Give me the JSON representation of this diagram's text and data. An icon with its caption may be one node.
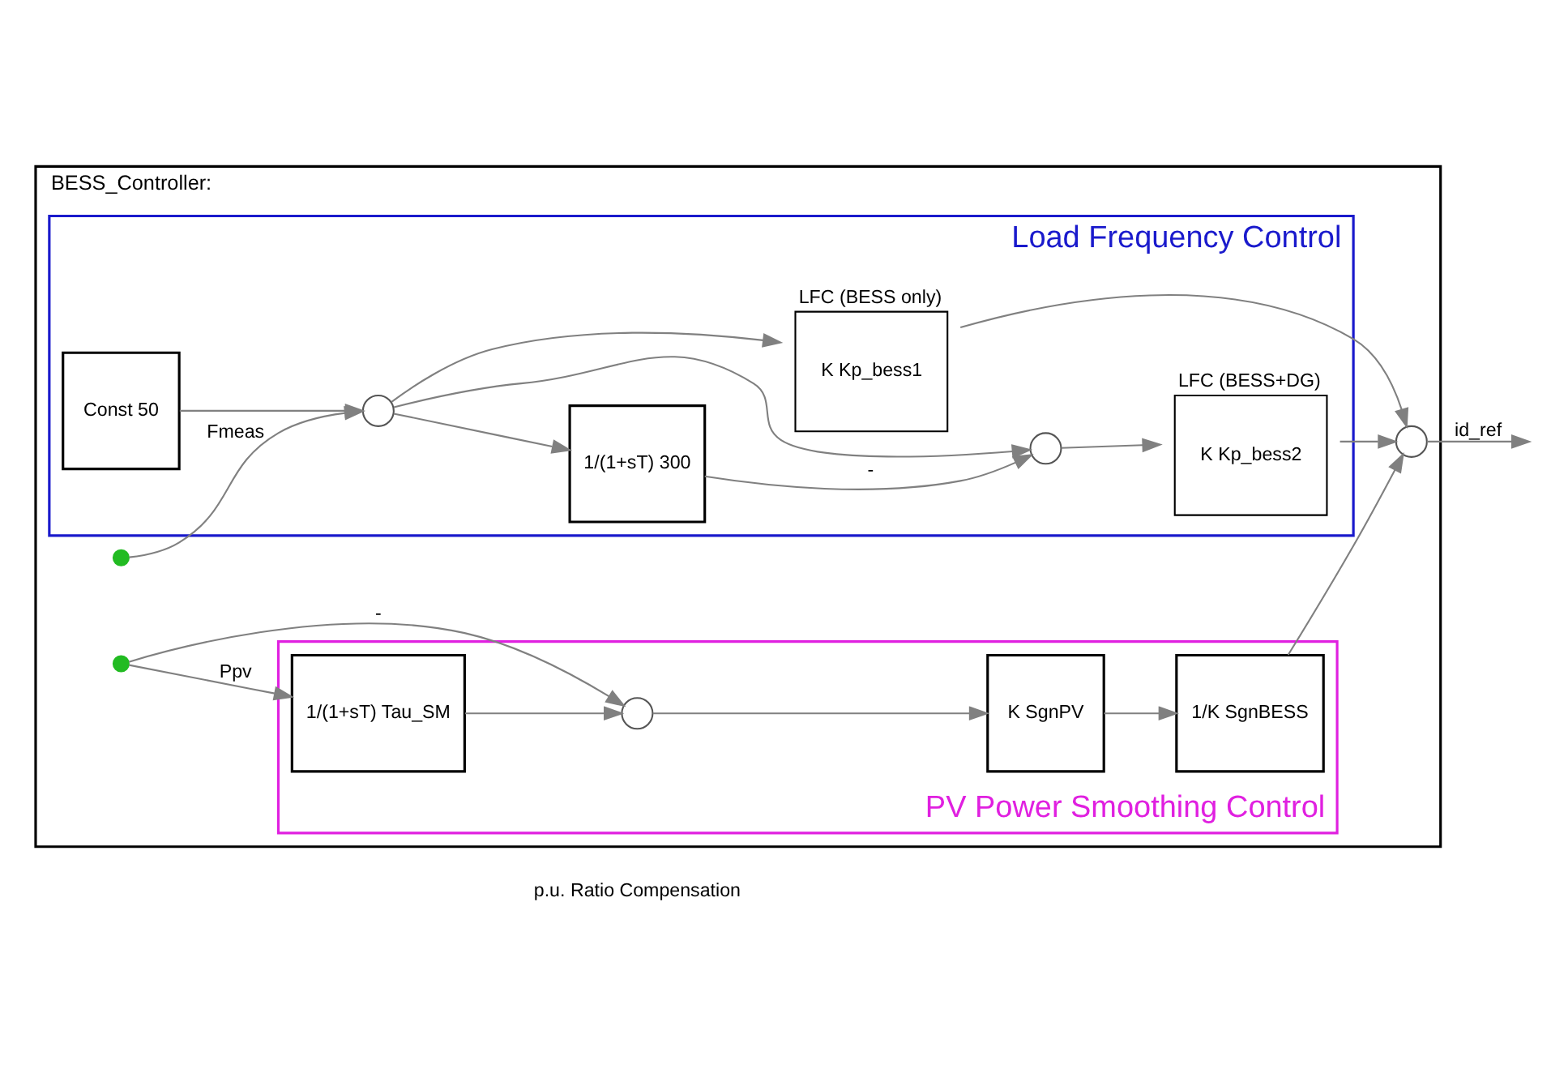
{
  "diagram": {
    "nodes": [
      {
        "text": [
          "BESS_Controller:"
        ]
      },
      {
        "text": [
          "Load Frequency Control"
        ],
        "in": 0
      },
      {
        "text": [
          "PV Power Smoothing Control"
        ],
        "in": 0
      },
      {
        "text": [],
        "shape": "circle",
        "in": 0
      },
      {
        "text": [
          "Const 50"
        ],
        "in": 1
      },
      {
        "text": [],
        "shape": "circle",
        "in": 1
      },
      {
        "text": [
          "LFC (BESS only)",
          "K Kp_bess1"
        ],
        "in": 1
      },
      {
        "text": [
          "1/(1+sT) 300"
        ],
        "in": 1
      },
      {
        "text": [],
        "shape": "circle",
        "in": 1
      },
      {
        "text": [
          "LFC (BESS+DG)",
          "K Kp_bess2"
        ],
        "in": 1
      },
      {
        "text": [],
        "shape": "circle",
        "in": 0
      },
      {
        "text": [],
        "shape": "circle",
        "in": 0
      },
      {
        "text": [
          "1/(1+sT) Tau_SM"
        ],
        "in": 2
      },
      {
        "text": [],
        "shape": "circle",
        "in": 2
      },
      {
        "text": [
          "K SgnPV"
        ],
        "in": 2
      },
      {
        "text": [
          "1/K SgnBESS"
        ],
        "in": 2
      }
    ],
    "edges": [
      {
        "from": 3,
        "to": 5,
        "arrow": "to",
        "label": "Fmeas"
      },
      {
        "from": 4,
        "to": 5,
        "arrow": "to"
      },
      {
        "from": 5,
        "to": 6,
        "arrow": "to"
      },
      {
        "from": 5,
        "to": 7,
        "arrow": "to"
      },
      {
        "from": 5,
        "to": 8,
        "arrow": "to"
      },
      {
        "from": 7,
        "to": 8,
        "arrow": "to",
        "label": "-"
      },
      {
        "from": 8,
        "to": 9,
        "arrow": "to"
      },
      {
        "from": 6,
        "to": 10,
        "arrow": "to"
      },
      {
        "from": 9,
        "to": 10,
        "arrow": "to"
      },
      {
        "from": 15,
        "to": 10,
        "arrow": "to"
      },
      {
        "from": 10,
        "to": null,
        "arrow": "to",
        "label": "id_ref"
      },
      {
        "from": 11,
        "to": 12,
        "arrow": "to",
        "label": "Ppv"
      },
      {
        "from": 11,
        "to": 13,
        "arrow": "to",
        "label": "-"
      },
      {
        "from": 12,
        "to": 13,
        "arrow": "to"
      },
      {
        "from": 13,
        "to": 14,
        "arrow": "to"
      },
      {
        "from": 14,
        "to": 15,
        "arrow": "to"
      }
    ],
    "labels": [
      "p.u. Ratio Compensation"
    ]
  }
}
